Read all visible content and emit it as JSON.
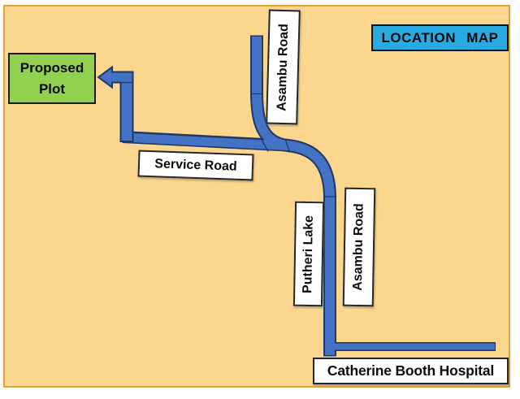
{
  "title_box": {
    "label": "LOCATION MAP"
  },
  "proposed_plot": {
    "line1": "Proposed",
    "line2": "Plot"
  },
  "road_labels": {
    "asambu_top": "Asambu Road",
    "service_road": "Service Road",
    "putheri_lake": "Putheri Lake",
    "asambu_lower": "Asambu Road",
    "hospital": "Catherine Booth Hospital"
  },
  "colors": {
    "map_background": "#FBD68F",
    "map_border": "#E2A33B",
    "road_fill": "#4472C4",
    "road_edge": "#1F3864",
    "proposed_plot_fill": "#92D050",
    "title_box_fill": "#29ABE2",
    "label_background": "#FFFFFF",
    "text": "#0D0D0D"
  }
}
